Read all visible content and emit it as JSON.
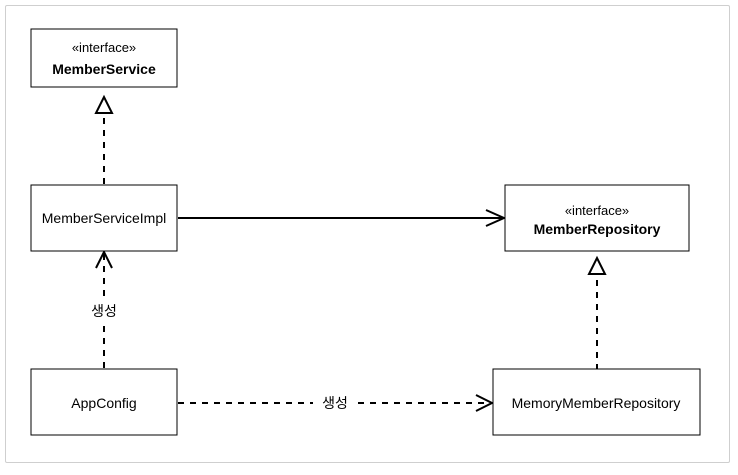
{
  "classes": {
    "member_service": {
      "stereotype": "«interface»",
      "name": "MemberService"
    },
    "member_service_impl": {
      "name": "MemberServiceImpl"
    },
    "member_repository": {
      "stereotype": "«interface»",
      "name": "MemberRepository"
    },
    "app_config": {
      "name": "AppConfig"
    },
    "memory_member_repository": {
      "name": "MemoryMemberRepository"
    }
  },
  "edges": {
    "impl_creates_label": "생성",
    "repo_creates_label": "생성"
  }
}
